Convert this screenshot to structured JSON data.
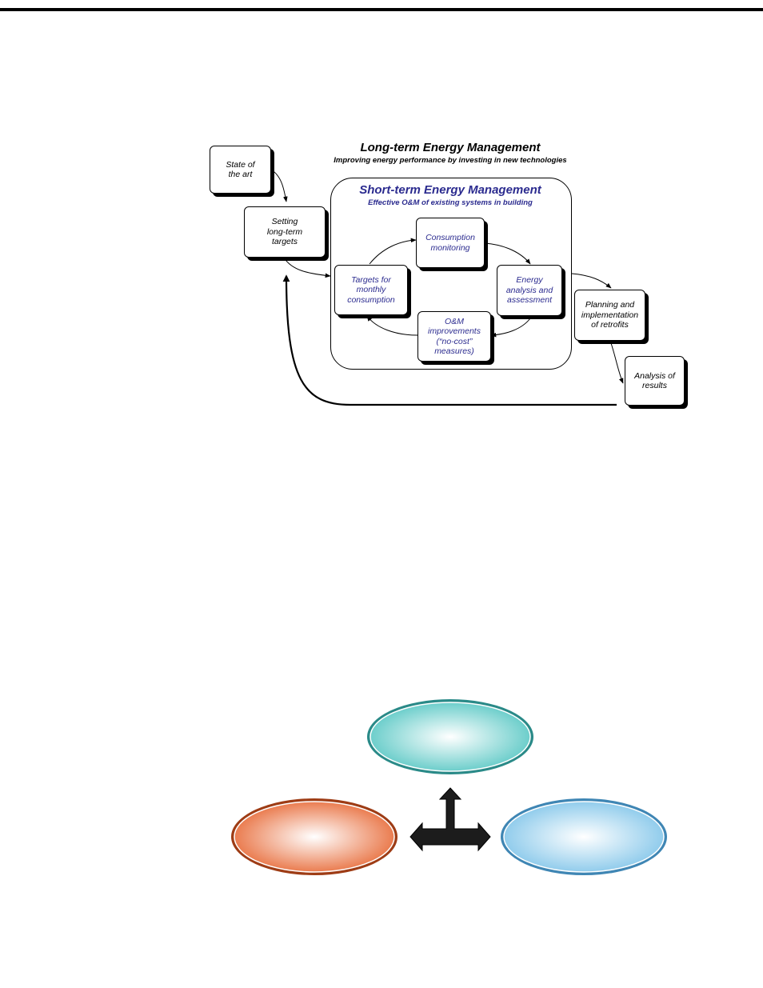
{
  "long_term": {
    "title": "Long-term Energy Management",
    "subtitle": "Improving energy performance by investing in new technologies"
  },
  "short_term": {
    "title": "Short-term Energy Management",
    "subtitle": "Effective O&M of existing systems in building"
  },
  "outer_boxes": {
    "state_of_art": "State of\nthe art",
    "setting_targets": "Setting\nlong-term\ntargets",
    "planning": "Planning and\nimplementation\nof retrofits",
    "analysis": "Analysis of\nresults"
  },
  "inner_boxes": {
    "consumption_monitoring": "Consumption\nmonitoring",
    "energy_analysis": "Energy\nanalysis and\nassessment",
    "om_improvements": "O&M\nimprovements\n(“no-cost”\nmeasures)",
    "targets_monthly": "Targets for\nmonthly\nconsumption"
  },
  "colors": {
    "inner_text": "#2b2b8f",
    "ellipse_top": "#5ec9c6",
    "ellipse_left": "#e86f3e",
    "ellipse_right": "#86c7ea"
  }
}
